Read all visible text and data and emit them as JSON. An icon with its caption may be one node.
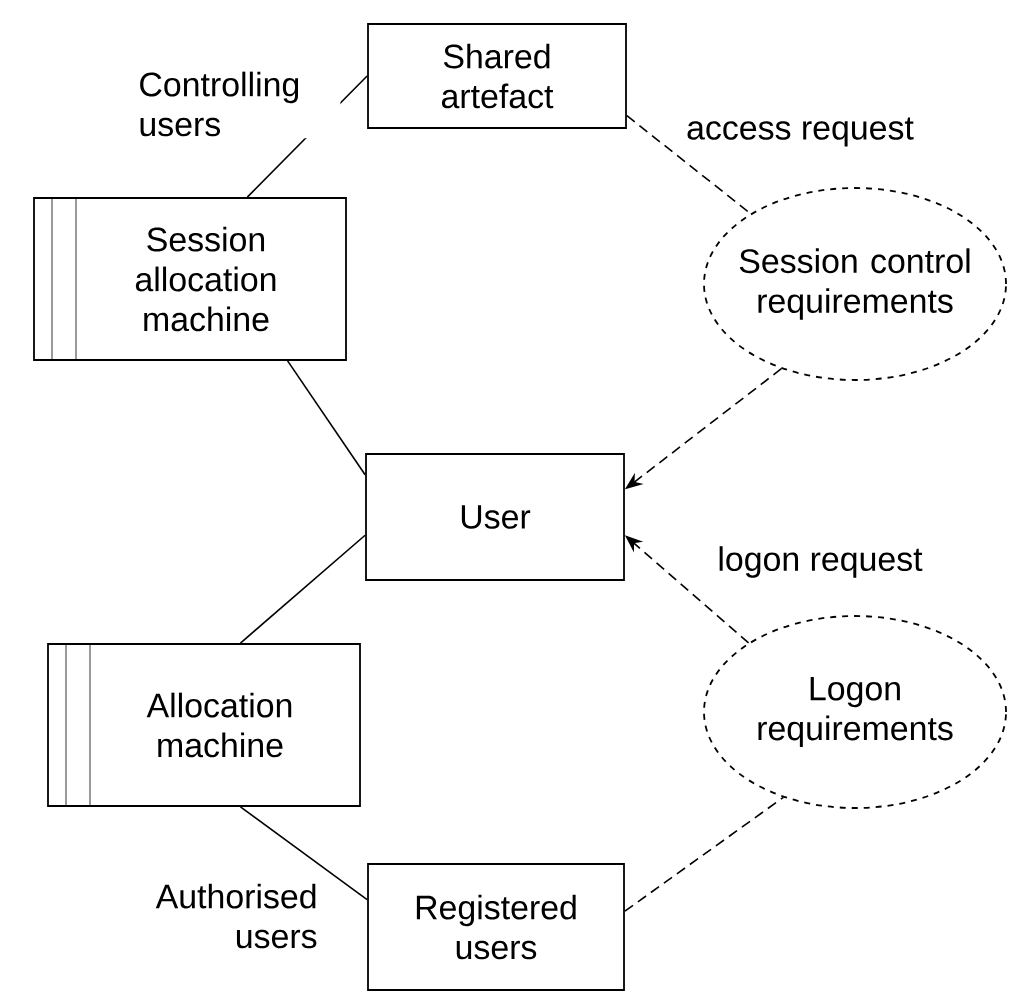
{
  "diagram": {
    "nodes": [
      {
        "text": [
          "Shared artefact"
        ]
      },
      {
        "text": [
          "Session allocation machine"
        ]
      },
      {
        "text": [
          "Session control requirements"
        ]
      },
      {
        "text": [
          "User"
        ]
      },
      {
        "text": [
          "Allocation machine"
        ]
      },
      {
        "text": [
          "Logon requirements"
        ]
      },
      {
        "text": [
          "Registered users"
        ]
      }
    ],
    "edges": [
      {
        "from": 1,
        "to": 0,
        "arrow": "none",
        "label": "Controlling users"
      },
      {
        "from": 1,
        "to": 3,
        "arrow": "none"
      },
      {
        "from": 0,
        "to": 2,
        "arrow": "none",
        "style": "dashed",
        "label": "access request"
      },
      {
        "from": 2,
        "to": 3,
        "arrow": "to",
        "style": "dashed"
      },
      {
        "from": 4,
        "to": 3,
        "arrow": "none"
      },
      {
        "from": 4,
        "to": 6,
        "arrow": "none",
        "label": "Authorised users"
      },
      {
        "from": 6,
        "to": 5,
        "arrow": "none",
        "style": "dashed"
      },
      {
        "from": 5,
        "to": 3,
        "arrow": "to",
        "style": "dashed",
        "label": "logon request"
      }
    ]
  }
}
